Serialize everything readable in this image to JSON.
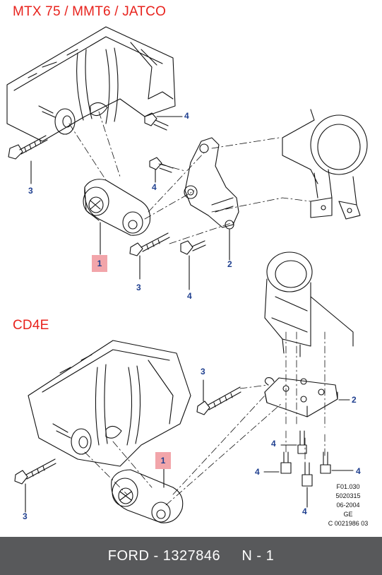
{
  "sections": [
    {
      "title": "MTX 75 / MMT6 / JATCO",
      "callouts": [
        "1",
        "2",
        "3",
        "3",
        "4",
        "4",
        "4"
      ]
    },
    {
      "title": "CD4E",
      "callouts": [
        "1",
        "2",
        "3",
        "3",
        "4",
        "4",
        "4",
        "4"
      ]
    }
  ],
  "reference_codes": [
    "F01.030",
    "5020315",
    "06-2004",
    "GE",
    "C 0021986 03"
  ],
  "footer": {
    "text": "FORD - 1327846     N - 1",
    "background": "#58595b"
  },
  "colors": {
    "title": "#e8231d",
    "callout": "#1f3f8f",
    "highlight_box": "#f2a5aa"
  }
}
